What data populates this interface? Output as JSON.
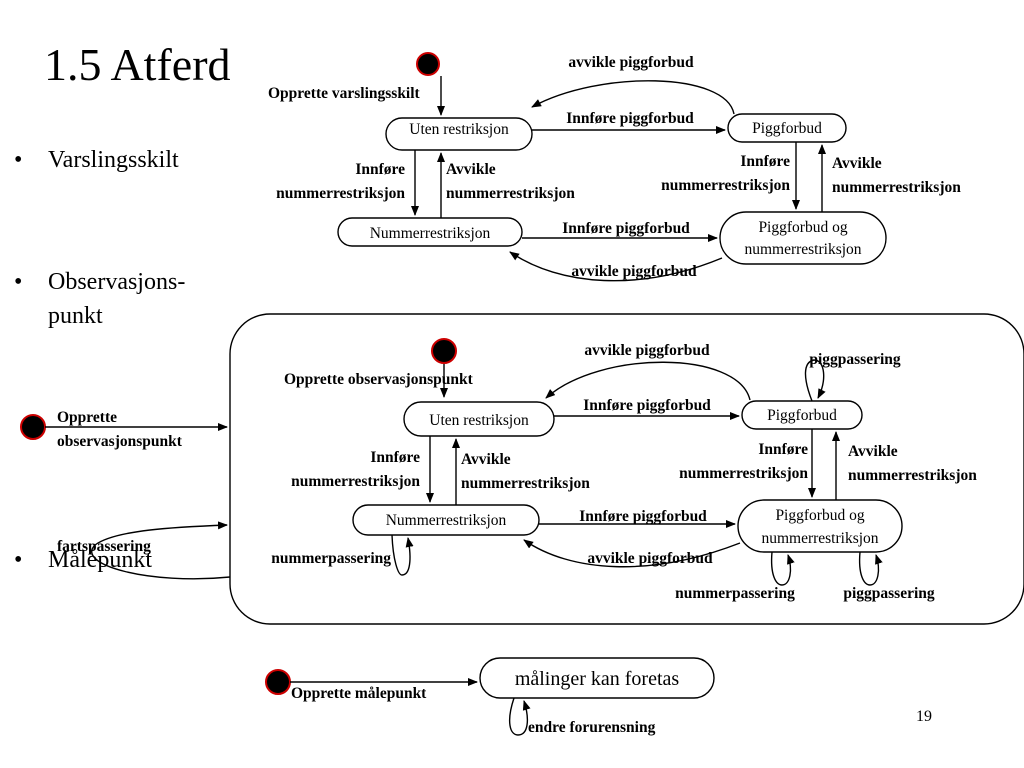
{
  "slide": {
    "title": "1.5 Atferd",
    "page_number": "19",
    "bullets": [
      "Varslingsskilt",
      "Observasjons-",
      "punkt",
      "Målepunkt"
    ],
    "bullet_symbol": "•"
  },
  "diagram_top": {
    "states": {
      "uten": "Uten restriksjon",
      "piggforbud": "Piggforbud",
      "nummer": "Nummerrestriksjon",
      "begge_1": "Piggforbud og",
      "begge_2": "nummerrestriksjon"
    },
    "labels": {
      "opprette": "Opprette varslingsskilt",
      "avvikle_pigg_top": "avvikle piggforbud",
      "innfore_pigg_top": "Innføre piggforbud",
      "innfore_num_left_1": "Innføre",
      "innfore_num_left_2": "nummerrestriksjon",
      "avvikle_num_left_1": "Avvikle",
      "avvikle_num_left_2": "nummerrestriksjon",
      "innfore_num_right_1": "Innføre",
      "innfore_num_right_2": "nummerrestriksjon",
      "avvikle_num_right_1": "Avvikle",
      "avvikle_num_right_2": "nummerrestriksjon",
      "innfore_pigg_bottom": "Innføre piggforbud",
      "avvikle_pigg_bottom": "avvikle piggforbud"
    }
  },
  "diagram_middle": {
    "states": {
      "uten": "Uten restriksjon",
      "piggforbud": "Piggforbud",
      "nummer": "Nummerrestriksjon",
      "begge_1": "Piggforbud og",
      "begge_2": "nummerrestriksjon"
    },
    "labels": {
      "opprette_inner": "Opprette observasjonspunkt",
      "opprette_outer_1": "Opprette",
      "opprette_outer_2": "observasjonspunkt",
      "fartspassering": "fartspassering",
      "avvikle_pigg_top": "avvikle piggforbud",
      "piggpassering_top": "piggpassering",
      "innfore_pigg_top": "Innføre piggforbud",
      "innfore_num_left_1": "Innføre",
      "innfore_num_left_2": "nummerrestriksjon",
      "avvikle_num_left_1": "Avvikle",
      "avvikle_num_left_2": "nummerrestriksjon",
      "innfore_num_right_1": "Innføre",
      "innfore_num_right_2": "nummerrestriksjon",
      "avvikle_num_right_1": "Avvikle",
      "avvikle_num_right_2": "nummerrestriksjon",
      "innfore_pigg_bottom": "Innføre piggforbud",
      "avvikle_pigg_bottom": "avvikle piggforbud",
      "nummerpassering_left": "nummerpassering",
      "nummerpassering_right": "nummerpassering",
      "piggpassering_bottom": "piggpassering"
    }
  },
  "diagram_bottom": {
    "state": "målinger kan foretas",
    "labels": {
      "opprette": "Opprette målepunkt",
      "endre": "endre forurensning"
    }
  },
  "colors": {
    "initial_fill": "#000000",
    "initial_ring": "#cc0000"
  }
}
